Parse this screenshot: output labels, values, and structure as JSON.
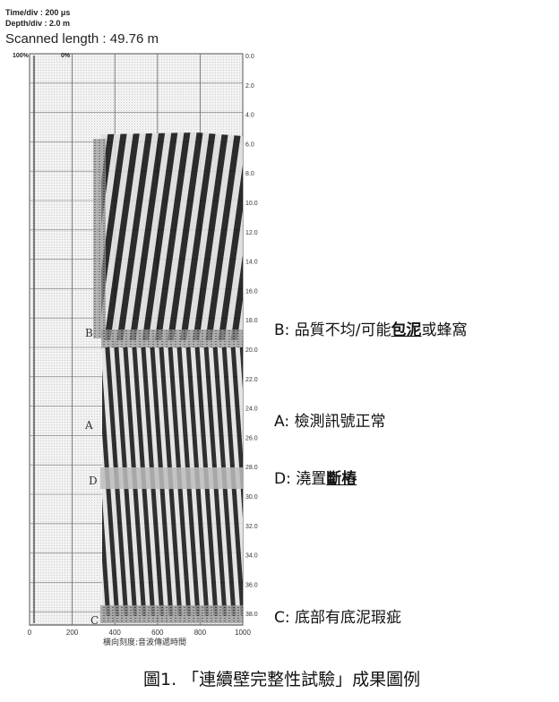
{
  "header": {
    "time_div": "Time/div : 200 μs",
    "depth_div": "Depth/div : 2.0 m",
    "scanned_length": "Scanned length : 49.76 m",
    "pct_left": "100%",
    "pct_right": "0%"
  },
  "depth_ticks": [
    "0.0",
    "2.0",
    "4.0",
    "6.0",
    "8.0",
    "10.0",
    "12.0",
    "14.0",
    "16.0",
    "18.0",
    "20.0",
    "22.0",
    "24.0",
    "26.0",
    "28.0",
    "30.0",
    "32.0",
    "34.0",
    "36.0",
    "38.0"
  ],
  "time_ticks": [
    "0",
    "200",
    "400",
    "600",
    "800",
    "1000"
  ],
  "x_axis_label": "橫向刻度:音波傳遞時間",
  "zone_letters": [
    "B",
    "A",
    "D",
    "C"
  ],
  "notes": {
    "b": {
      "prefix": "B: 品質不均/可能",
      "bold": "包泥",
      "suffix": "或蜂窩"
    },
    "a": {
      "text": "A: 檢測訊號正常"
    },
    "d": {
      "prefix": "D: 澆置",
      "bold": "斷樁"
    },
    "c": {
      "text": "C: 底部有底泥瑕疵"
    }
  },
  "caption": "圖1. 「連續壁完整性試驗」成果圖例"
}
